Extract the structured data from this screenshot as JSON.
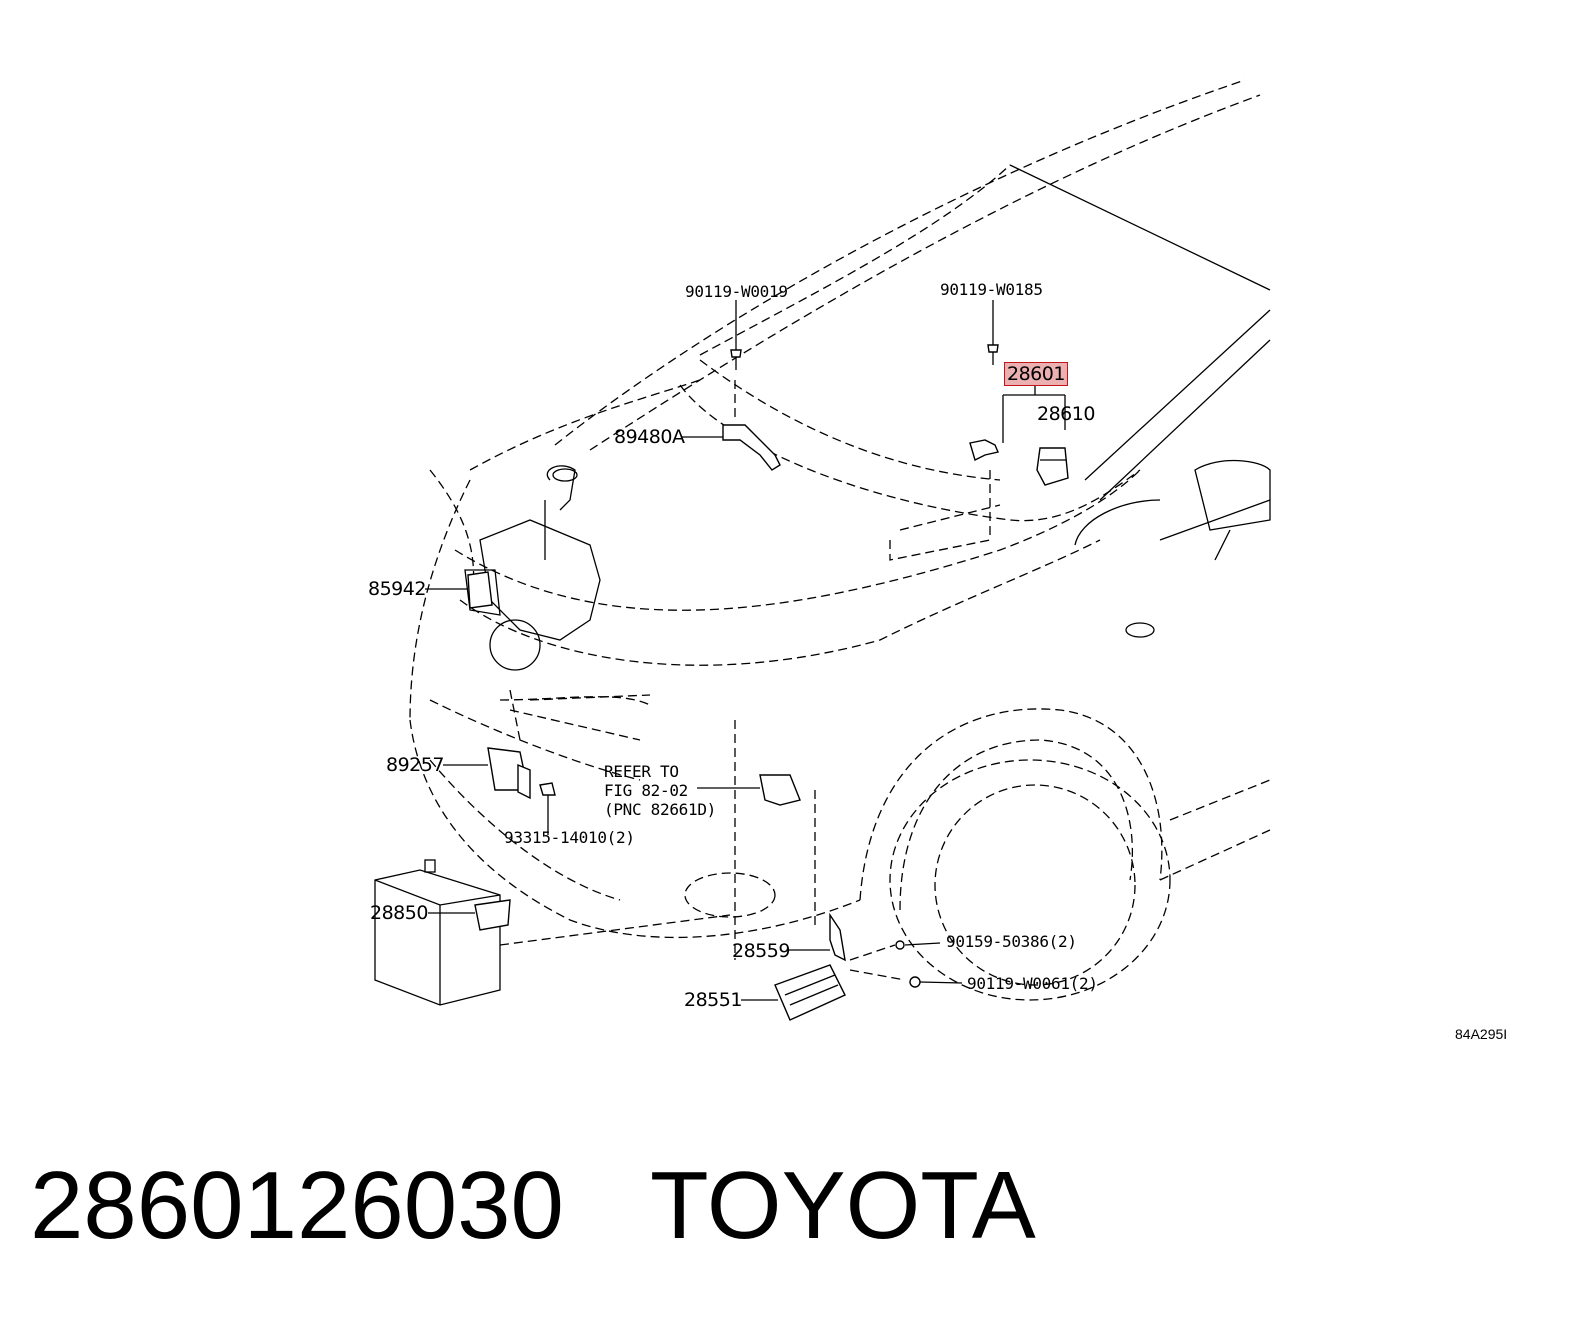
{
  "diagram": {
    "callouts": {
      "c1": "90119-W0019",
      "c2": "90119-W0185",
      "c3": "28601",
      "c4": "28610",
      "c5": "89480A",
      "c6": "85942",
      "c7": "89257",
      "c8": "REFER TO",
      "c9": "FIG 82-02",
      "c10": "(PNC 82661D)",
      "c11": "93315-14010(2)",
      "c12": "28850",
      "c13": "28559",
      "c14": "90159-50386(2)",
      "c15": "28551",
      "c16": "90119-W0061(2)"
    },
    "highlighted_part": "28601",
    "highlight_color": "#c0151a",
    "figure_ref": "84A295I"
  },
  "footer": {
    "part_number": "2860126030",
    "brand": "TOYOTA"
  }
}
